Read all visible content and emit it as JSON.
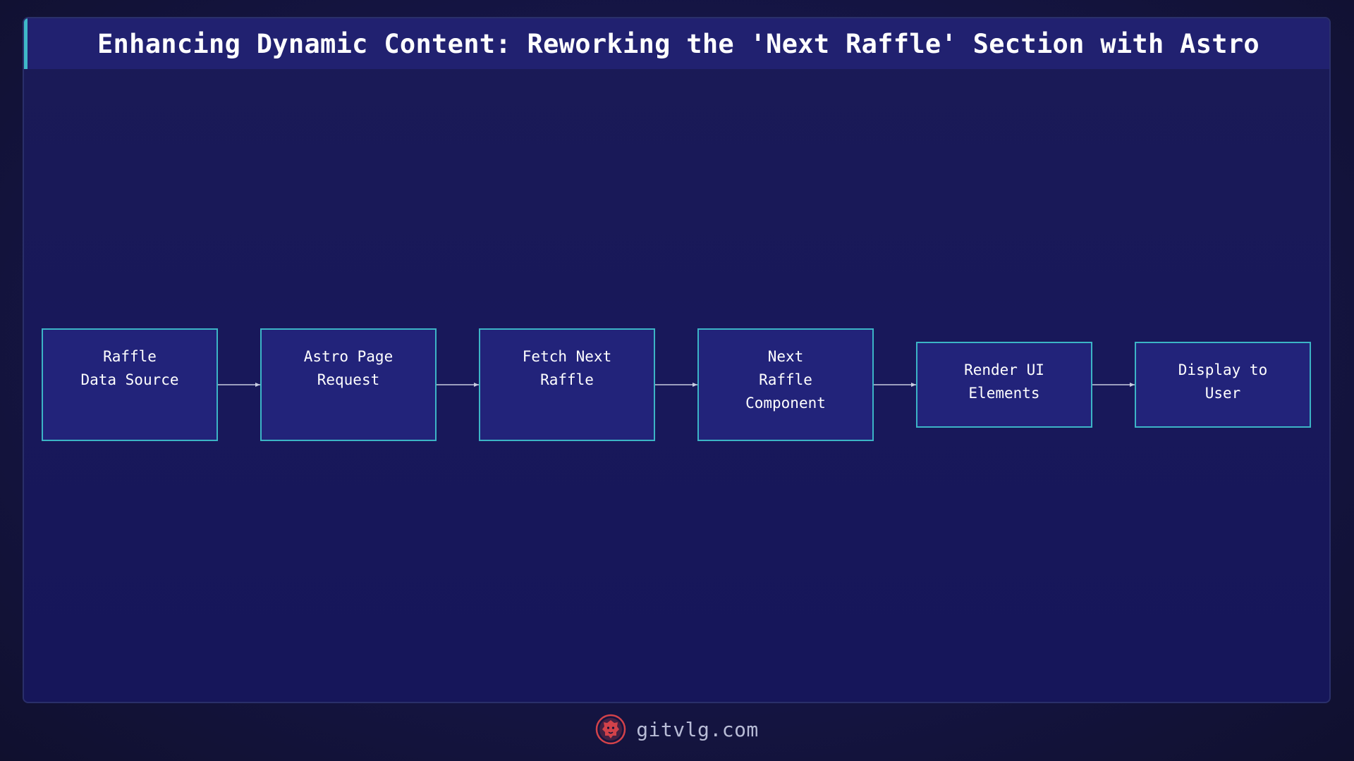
{
  "header": {
    "title": "Enhancing Dynamic Content: Reworking the 'Next Raffle' Section with Astro"
  },
  "diagram": {
    "nodes": [
      {
        "label": "Raffle\nData Source"
      },
      {
        "label": "Astro Page\nRequest"
      },
      {
        "label": "Fetch Next\nRaffle"
      },
      {
        "label": "Next\nRaffle\nComponent"
      },
      {
        "label": "Render UI\nElements"
      },
      {
        "label": "Display to\nUser"
      }
    ]
  },
  "footer": {
    "site": "gitvlg.com",
    "logo_icon": "lion-head-icon"
  },
  "colors": {
    "background": "#16165a",
    "title_bar": "#212170",
    "accent": "#3fb8c8",
    "node_fill": "#22237a",
    "node_border": "#3cb4c6",
    "arrow": "#c8cce0",
    "logo": "#d2424a"
  }
}
